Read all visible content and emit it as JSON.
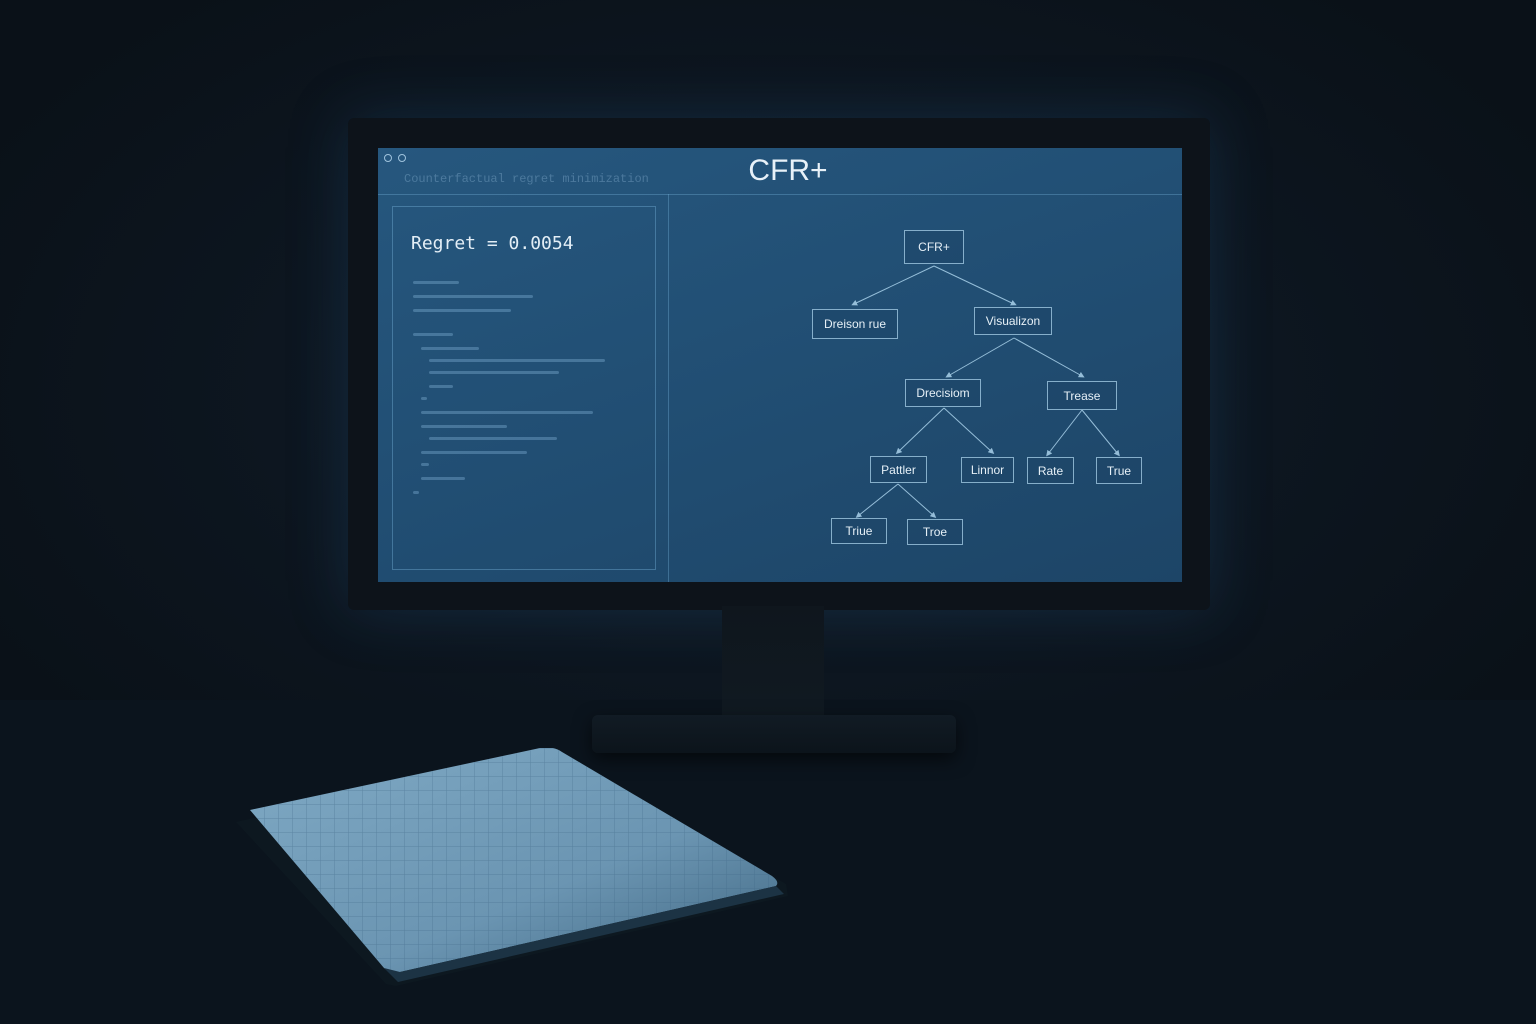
{
  "window": {
    "title": "CFR+",
    "subtitle": "Counterfactual regret minimization"
  },
  "left_panel": {
    "metric": "Regret = 0.0054"
  },
  "tree": {
    "nodes": [
      {
        "id": "root",
        "label": "CFR+"
      },
      {
        "id": "n1",
        "label": "Dreison rue"
      },
      {
        "id": "n2",
        "label": "Visualizon"
      },
      {
        "id": "n3",
        "label": "Drecisiom"
      },
      {
        "id": "n4",
        "label": "Trease"
      },
      {
        "id": "n5",
        "label": "Pattler"
      },
      {
        "id": "n6",
        "label": "Linnor"
      },
      {
        "id": "n7",
        "label": "Rate"
      },
      {
        "id": "n8",
        "label": "True"
      },
      {
        "id": "n9",
        "label": "Triue"
      },
      {
        "id": "n10",
        "label": "Troe"
      }
    ]
  },
  "colors": {
    "screen": "#234f74",
    "node_border": "#aad2eb",
    "text": "#e6f0f7",
    "background": "#0c141d"
  }
}
